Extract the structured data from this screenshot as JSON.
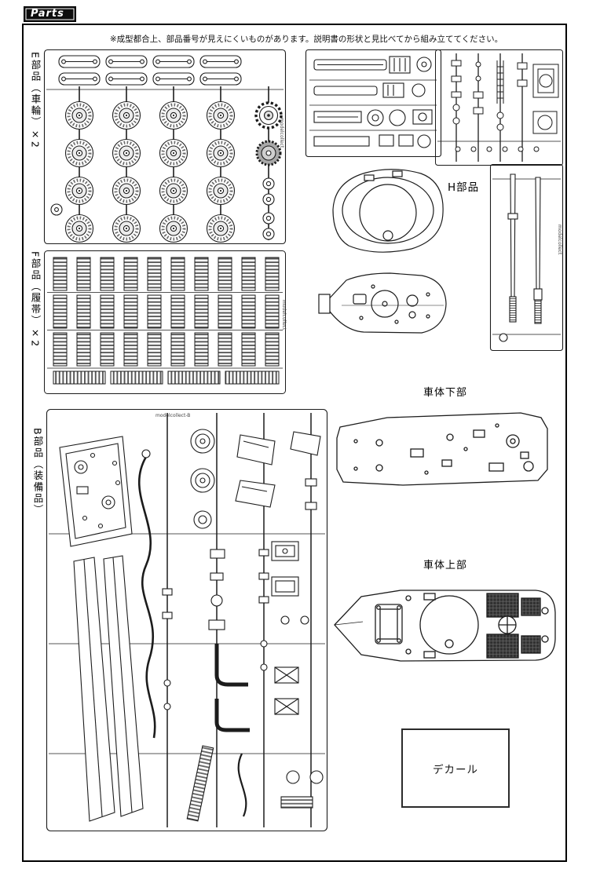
{
  "header": {
    "parts_label": "Parts"
  },
  "note": "※成型都合上、部品番号が見えにくいものがあります。説明書の形状と見比べてから組み立ててください。",
  "sprues": {
    "e": {
      "label": "E部品（車輪）×2",
      "brand": "modelcollect"
    },
    "f": {
      "label": "F部品（履帯）×2",
      "brand": "modelcollect"
    },
    "b": {
      "label": "B部品（装備品）",
      "brand": "modelcollect-B"
    },
    "h": {
      "label": "H部品"
    },
    "barrel": {
      "brand": "modelcollect"
    }
  },
  "hull": {
    "lower_label": "車体下部",
    "upper_label": "車体上部"
  },
  "decal": {
    "label": "デカール"
  }
}
